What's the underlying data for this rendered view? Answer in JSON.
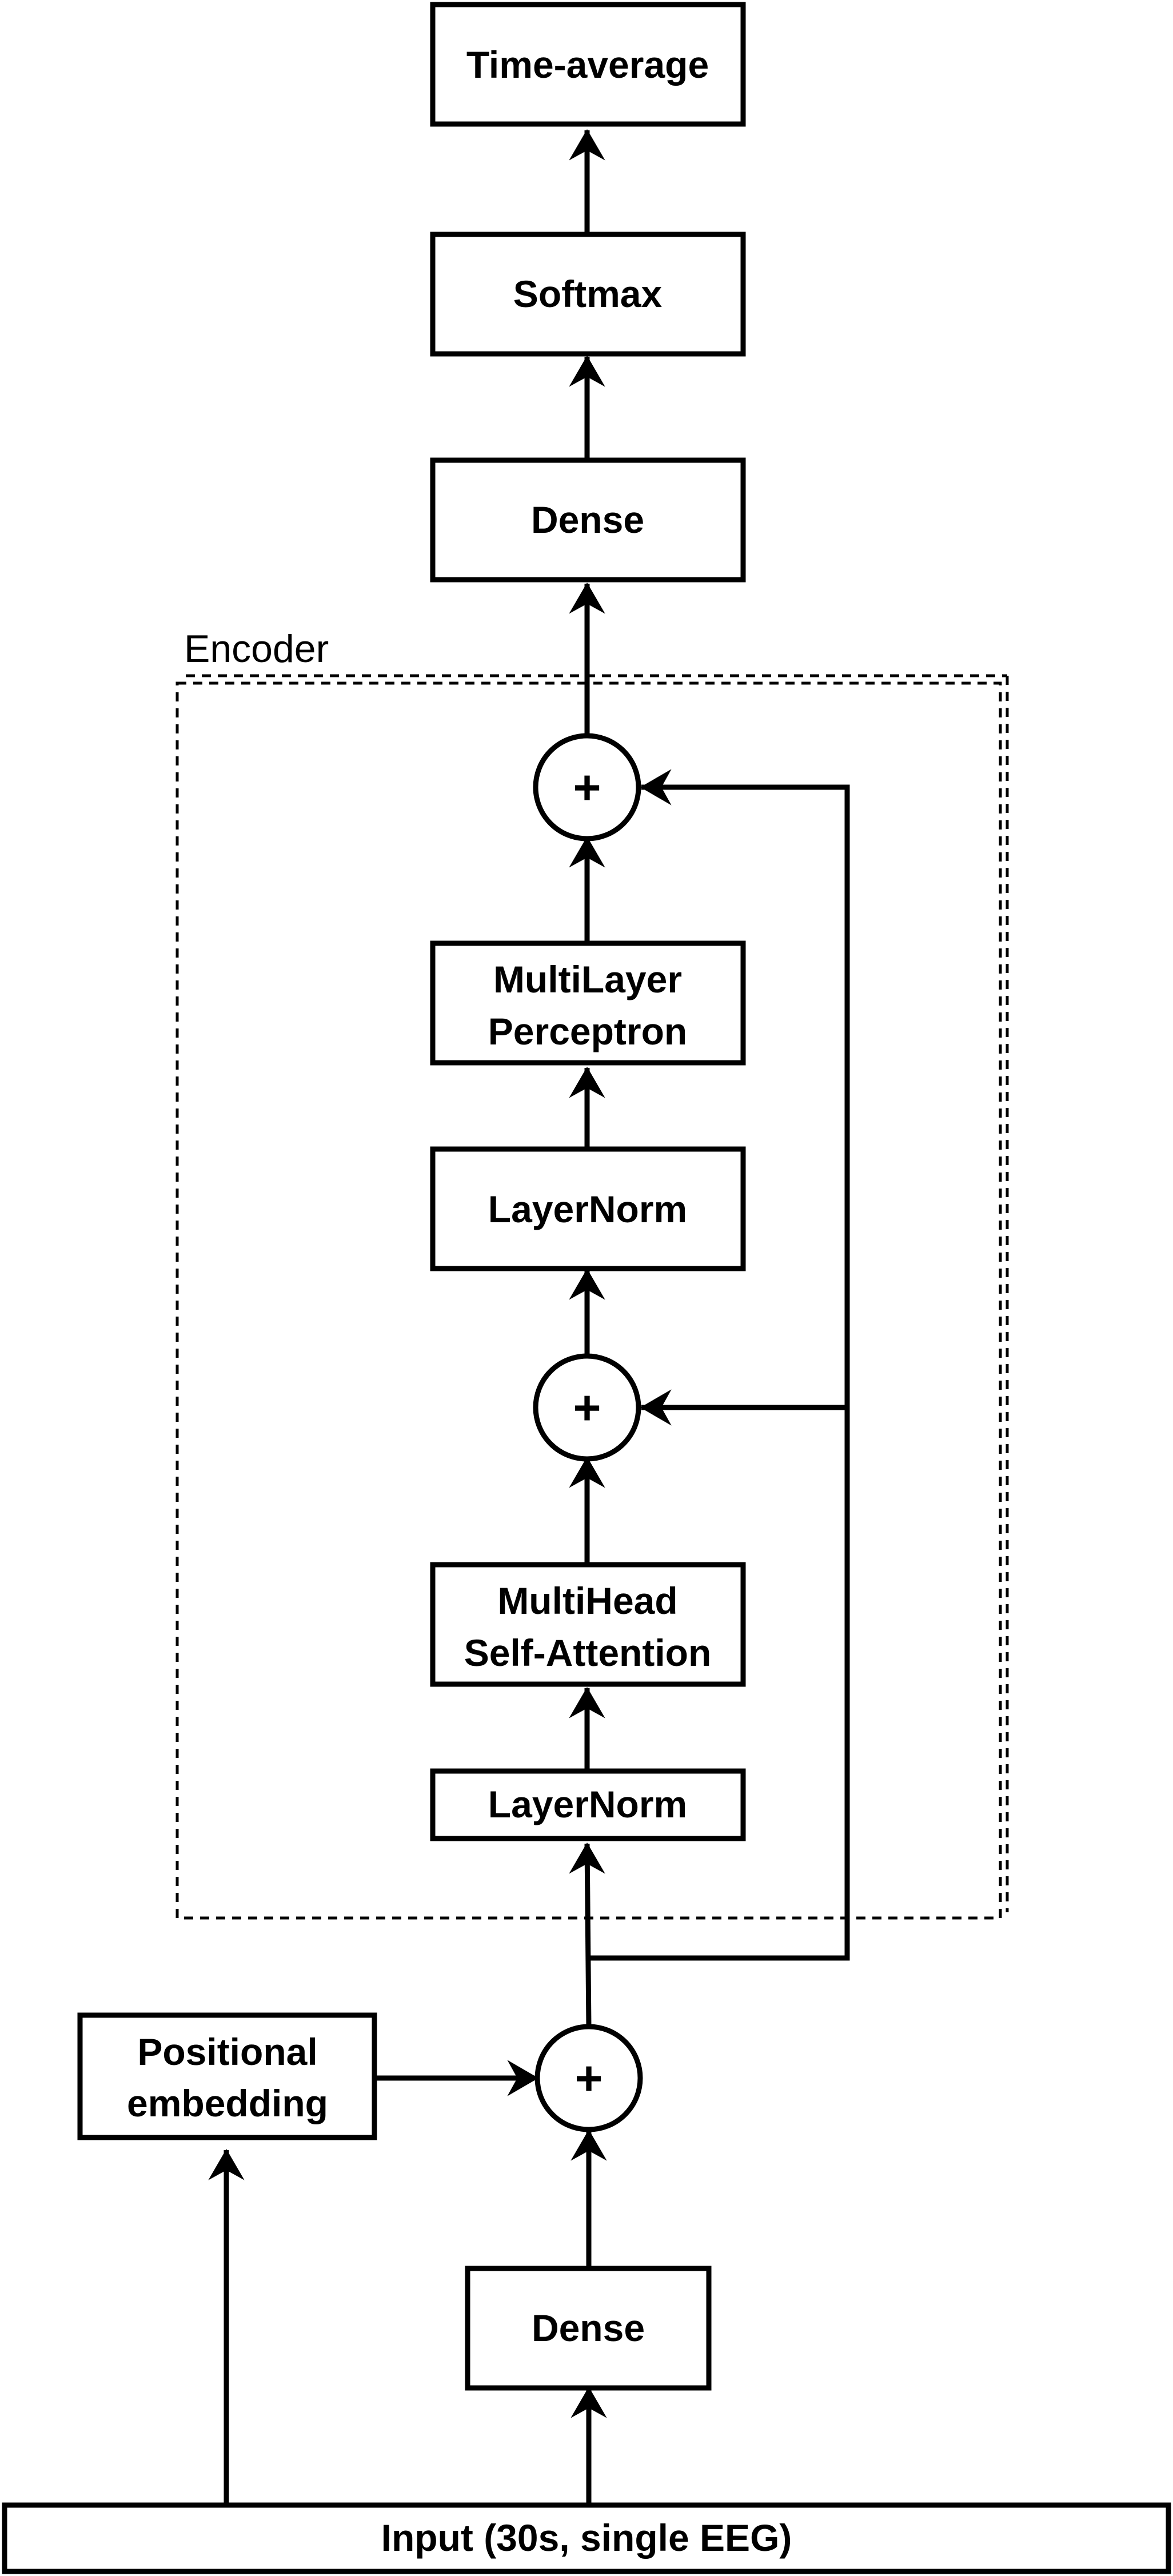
{
  "diagram": {
    "nodes": {
      "time_average": "Time-average",
      "softmax": "Softmax",
      "dense_top": "Dense",
      "mlp_line1": "MultiLayer",
      "mlp_line2": "Perceptron",
      "layernorm_upper": "LayerNorm",
      "mhsa_line1": "MultiHead",
      "mhsa_line2": "Self-Attention",
      "layernorm_lower": "LayerNorm",
      "positional_line1": "Positional",
      "positional_line2": "embedding",
      "dense_bottom": "Dense",
      "input": "Input (30s, single EEG)"
    },
    "encoder_label": "Encoder",
    "add_symbol": "+",
    "colors": {
      "stroke": "#000000",
      "fill": "#ffffff"
    }
  }
}
